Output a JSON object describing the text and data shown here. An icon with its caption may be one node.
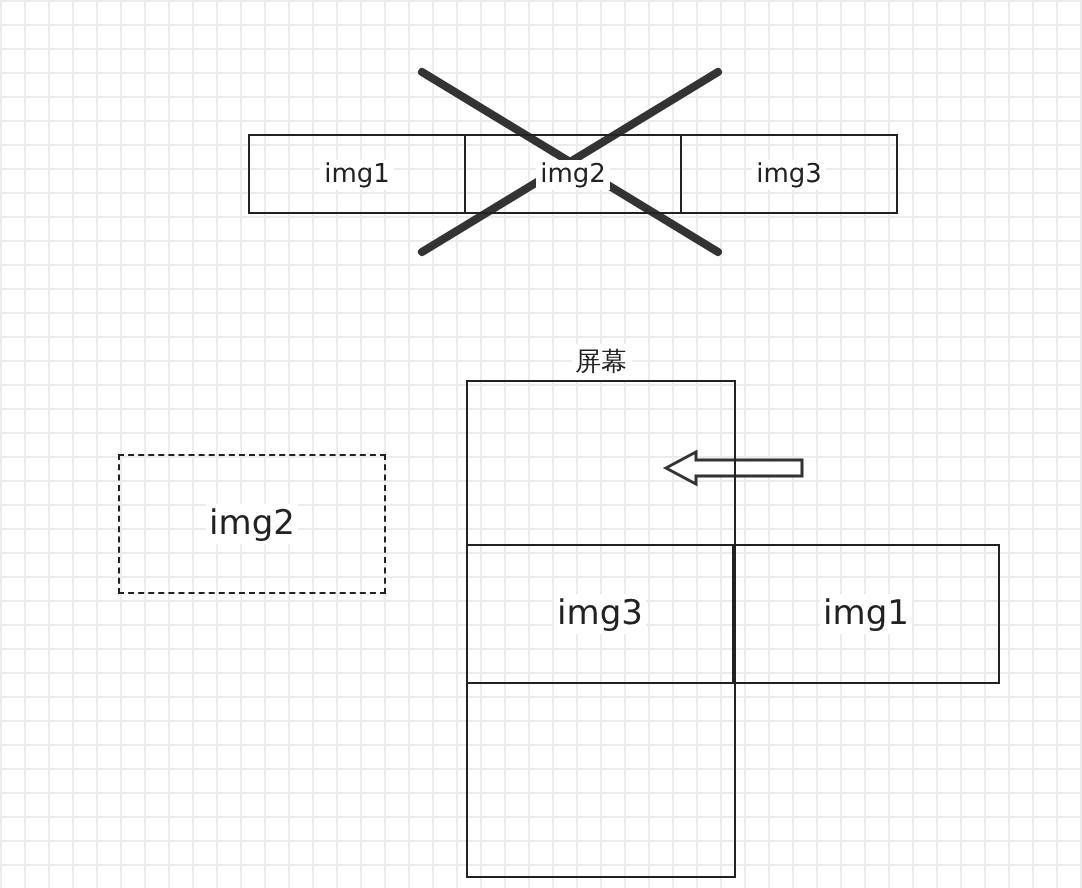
{
  "diagram": {
    "nodes": [
      {
        "text": [
          "img1"
        ]
      },
      {
        "text": [
          "img2"
        ]
      },
      {
        "text": [
          "img3"
        ]
      },
      {
        "text": [
          "屏幕"
        ]
      },
      {
        "text": [
          "img2"
        ]
      },
      {
        "text": [
          "img3"
        ],
        "in": 3
      },
      {
        "text": [
          "img1"
        ]
      }
    ],
    "edges": []
  }
}
